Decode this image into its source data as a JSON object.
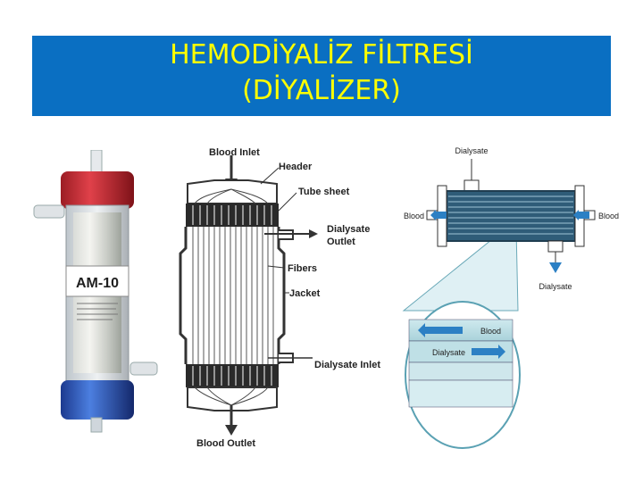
{
  "slide": {
    "title_line1": "HEMODİYALİZ FİLTRESİ",
    "title_line2": "(DİYALİZER)",
    "colors": {
      "banner": "#0a6fc2",
      "title": "#ffff00"
    }
  },
  "photo": {
    "cartridge_label": "AM-10"
  },
  "cross_section": {
    "labels": {
      "blood_inlet": "Blood Inlet",
      "header": "Header",
      "tube_sheet": "Tube sheet",
      "dialysate_outlet_line1": "Dialysate",
      "dialysate_outlet_line2": "Outlet",
      "fibers": "Fibers",
      "jacket": "Jacket",
      "dialysate_inlet": "Dialysate Inlet",
      "blood_outlet": "Blood Outlet"
    }
  },
  "flow_diagram": {
    "labels": {
      "dialysate_top": "Dialysate",
      "blood_left": "Blood",
      "blood_right": "Blood",
      "dialysate_bottom": "Dialysate",
      "zoom_blood": "Blood",
      "zoom_dialysate": "Dialysate"
    }
  }
}
